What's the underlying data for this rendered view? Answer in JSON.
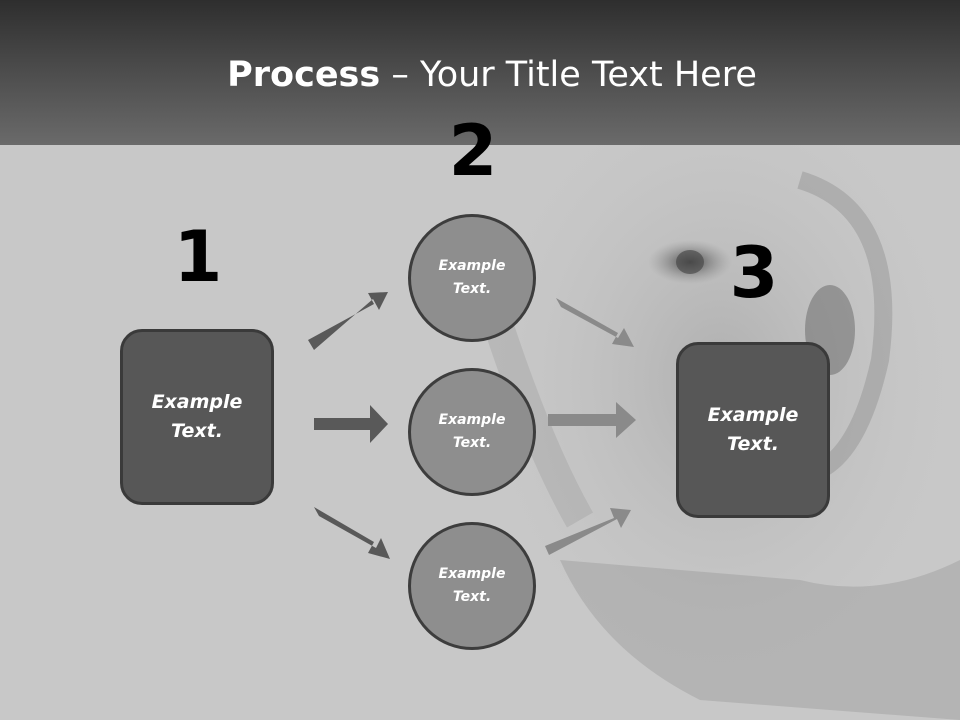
{
  "title": {
    "bold": "Process",
    "rest": " – Your Title Text Here"
  },
  "steps": {
    "n1": "1",
    "n2": "2",
    "n3": "3"
  },
  "boxes": {
    "left": "Example Text.",
    "right": "Example Text."
  },
  "circles": [
    {
      "label": "Example Text."
    },
    {
      "label": "Example Text."
    },
    {
      "label": "Example Text."
    }
  ],
  "colors": {
    "header_top": "#2e2e2e",
    "background": "#c8c8c8",
    "box_fill": "#575757",
    "circle_fill": "#8e8e8e",
    "arrow_dark": "#595959",
    "arrow_light": "#8a8a8a"
  }
}
